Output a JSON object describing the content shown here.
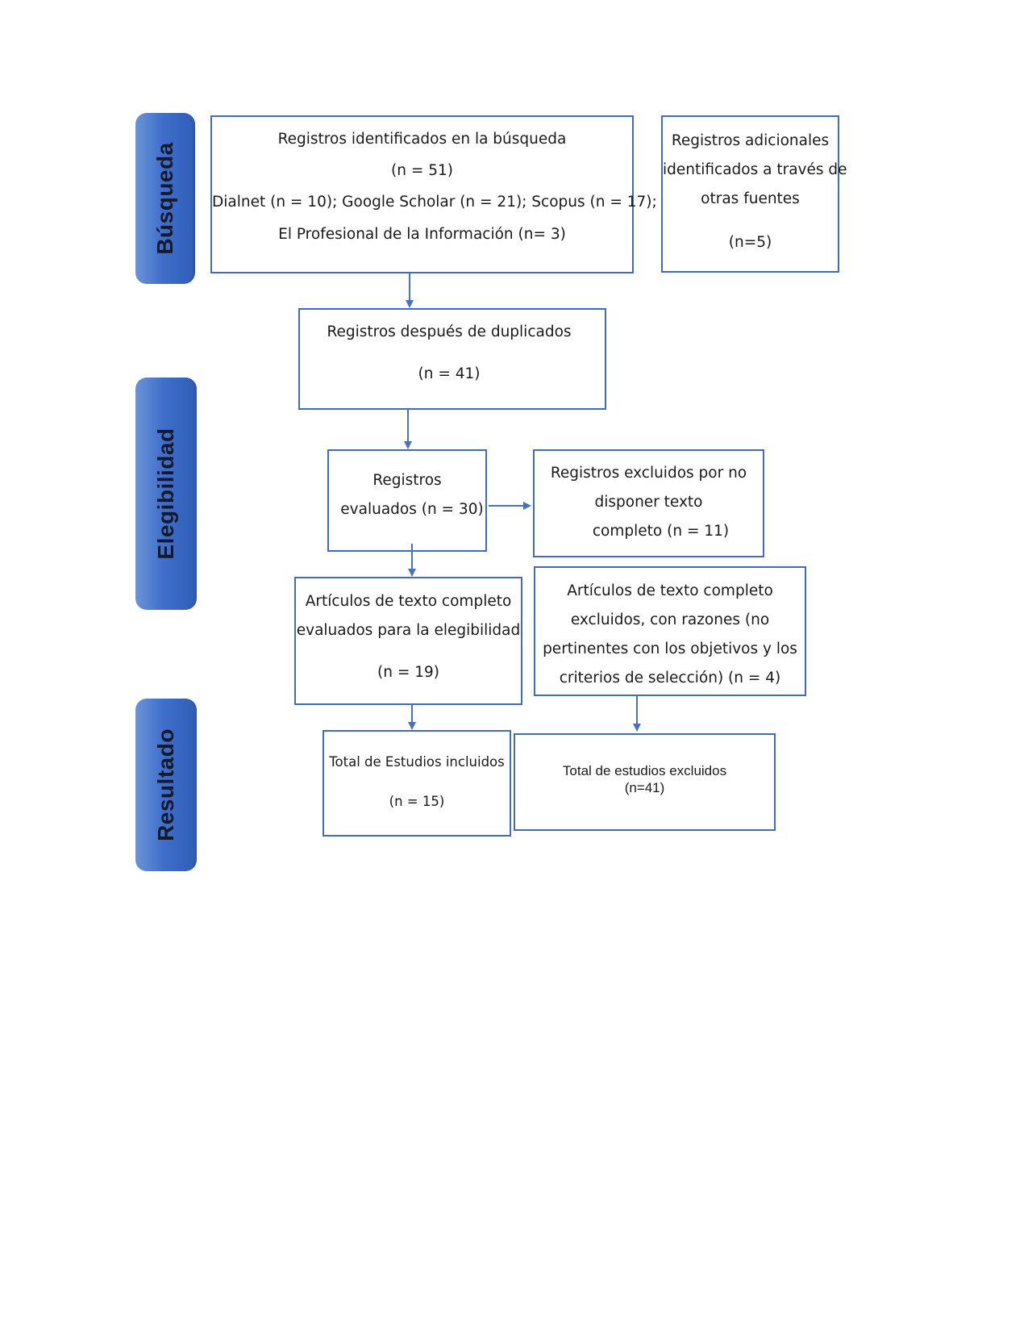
{
  "phases": {
    "busqueda": "Búsqueda",
    "elegibilidad": "Elegibilidad",
    "resultado": "Resultado"
  },
  "boxes": {
    "identified": {
      "line1": "Registros identificados en la búsqueda",
      "line2": "(n = 51)",
      "line3": "Dialnet (n = 10); Google Scholar (n = 21); Scopus (n = 17);",
      "line4": "El Profesional de la Información (n= 3)"
    },
    "additional": {
      "line1": "Registros adicionales",
      "line2": "identificados a través de",
      "line3": "otras fuentes",
      "line4": "(n=5)"
    },
    "after_duplicates": {
      "line1": "Registros después de duplicados",
      "line2": "(n = 41)"
    },
    "evaluated": {
      "line1": "Registros",
      "line2": "evaluados (n = 30)"
    },
    "excluded_no_text": {
      "line1": "Registros excluidos por no",
      "line2": "disponer texto",
      "line3": "completo (n = 11)"
    },
    "fulltext_evaluated": {
      "line1": "Artículos de texto completo",
      "line2": "evaluados para la elegibilidad",
      "line3": "(n = 19)"
    },
    "fulltext_excluded": {
      "line1": "Artículos de texto completo",
      "line2": "excluidos, con razones (no",
      "line3": "pertinentes con los objetivos y los",
      "line4": "criterios de selección) (n = 4)"
    },
    "included": {
      "line1": "Total de Estudios incluidos",
      "line2": "(n = 15)"
    },
    "excluded_total": {
      "line1": "Total de estudios excluidos",
      "line2": "(n=41)"
    }
  },
  "colors": {
    "box_border": "#3f6cc1",
    "arrow": "#4472c4",
    "phase_fill": "#3f6fcb"
  }
}
